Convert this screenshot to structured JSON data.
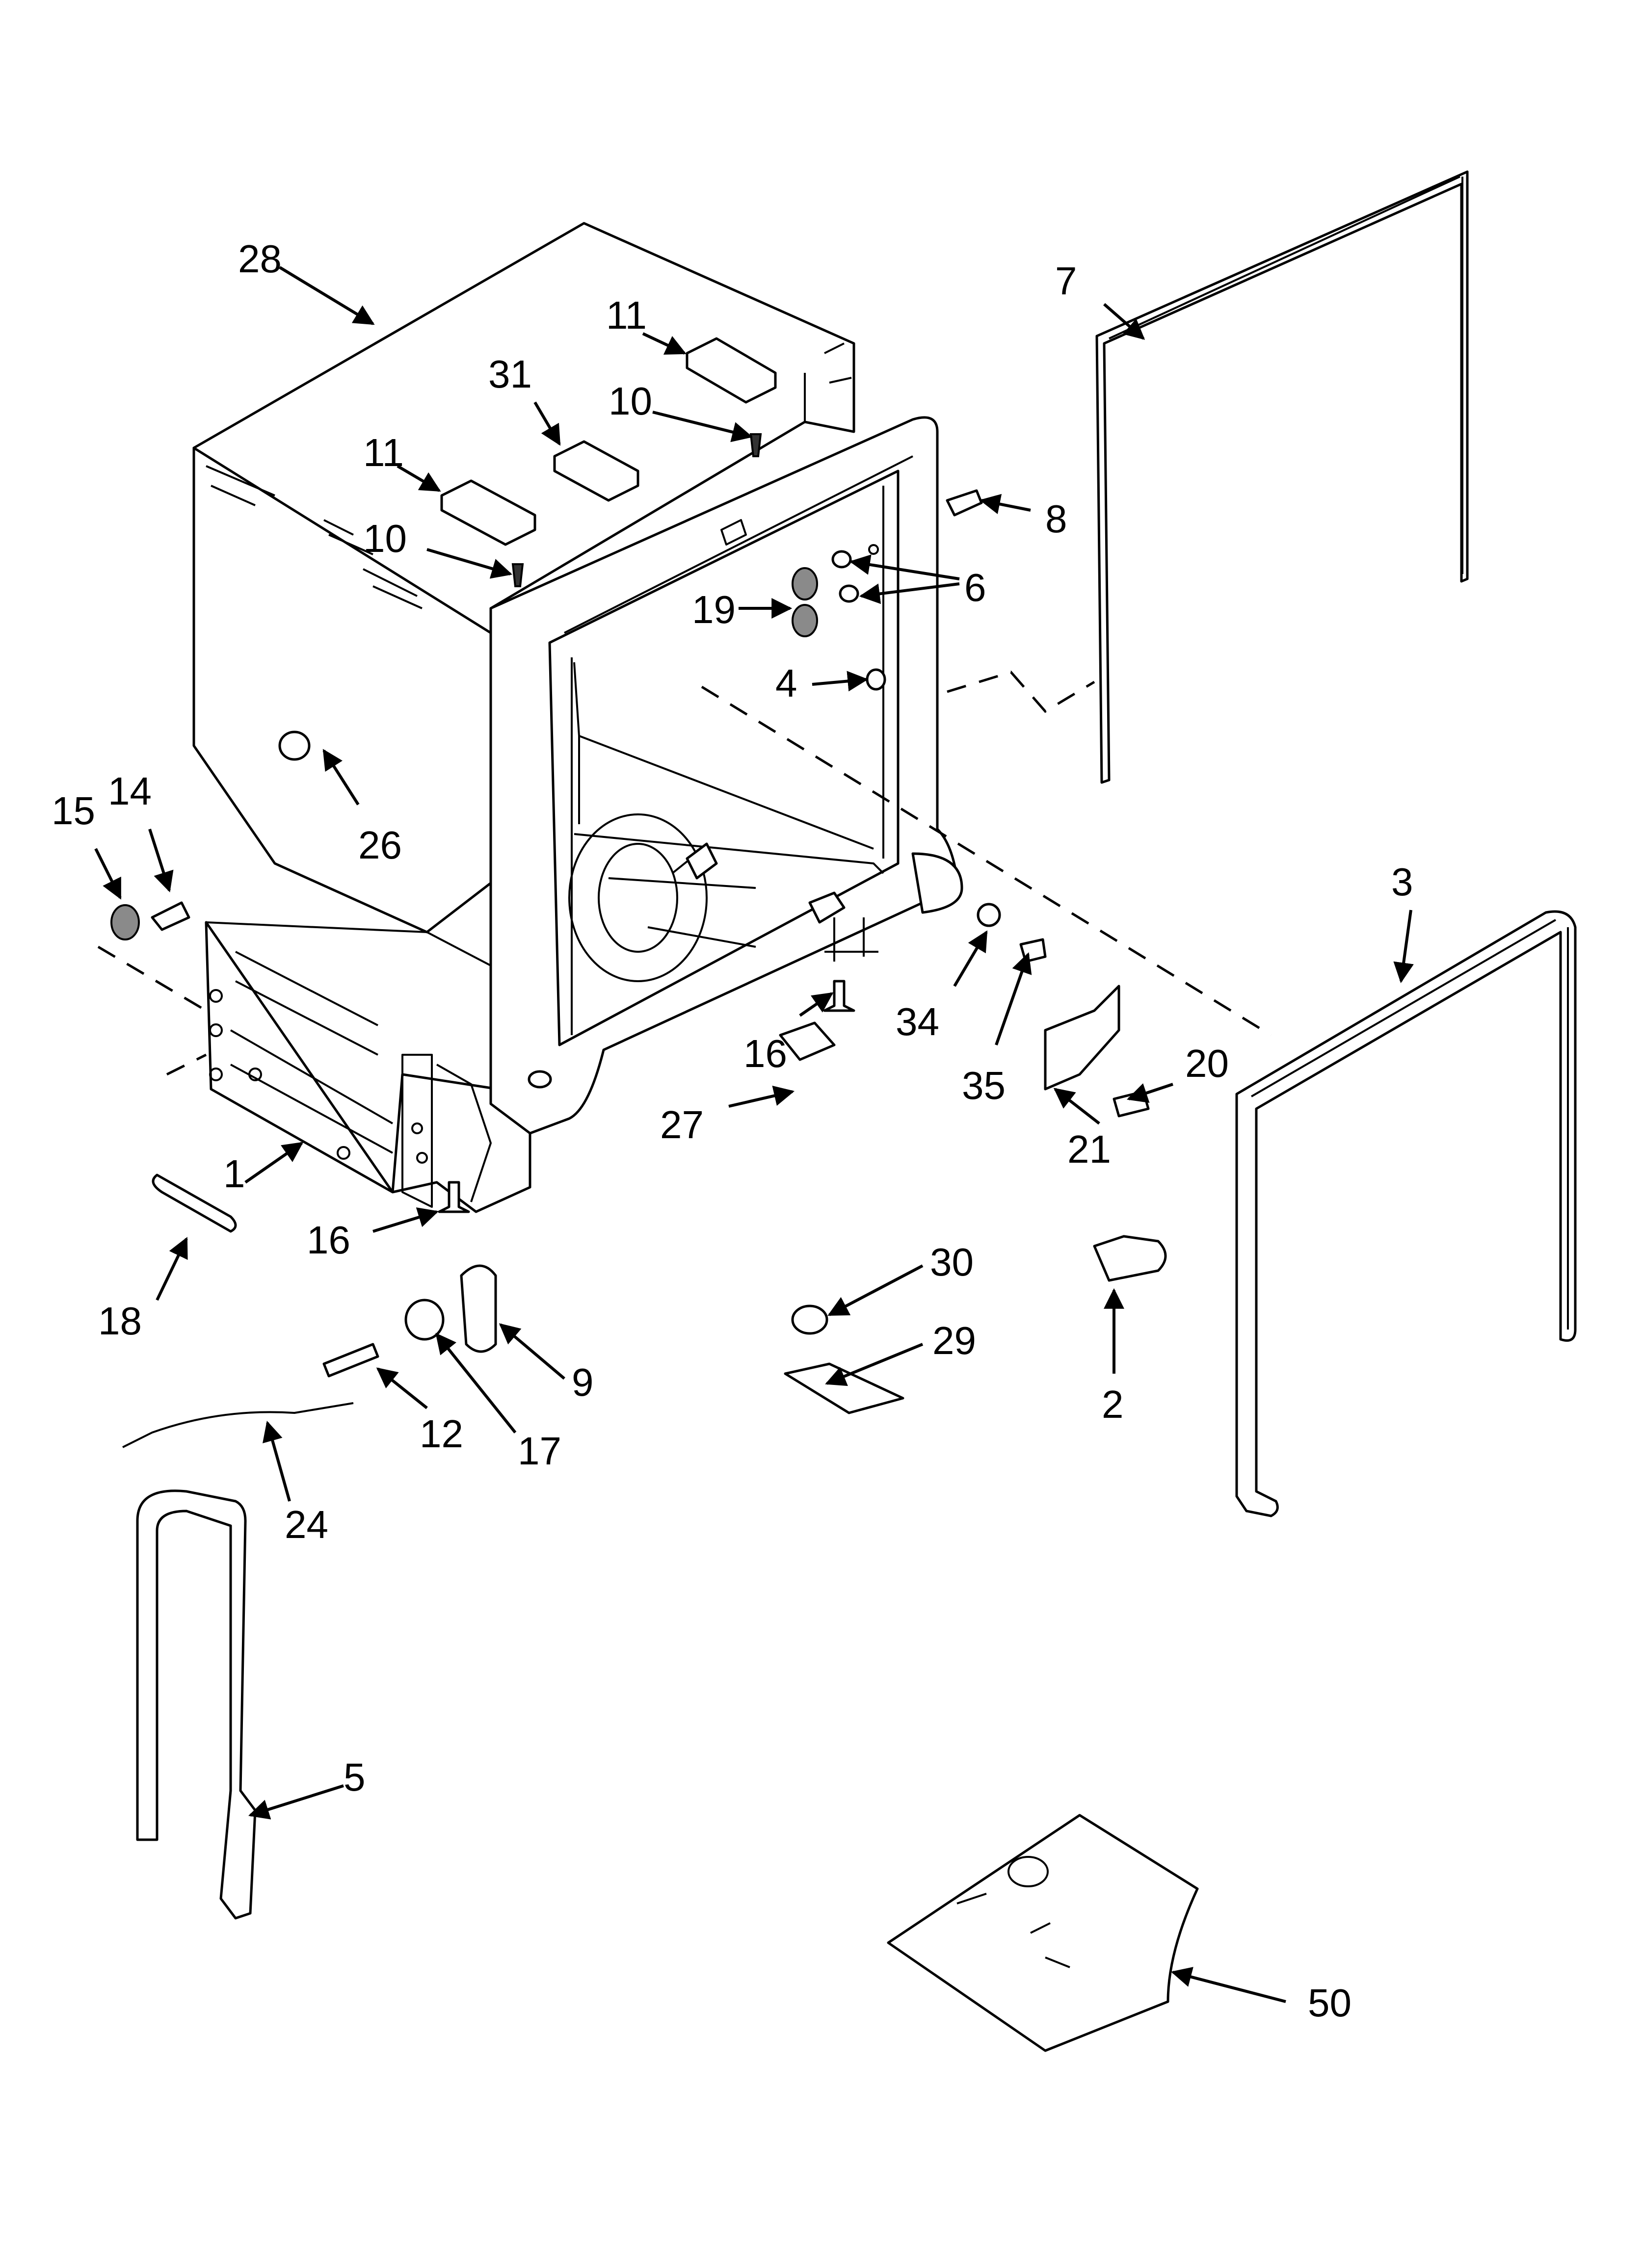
{
  "diagram": {
    "callouts": [
      "28",
      "7",
      "11",
      "31",
      "10",
      "8",
      "11",
      "6",
      "10",
      "19",
      "4",
      "26",
      "15",
      "14",
      "3",
      "34",
      "16",
      "35",
      "20",
      "27",
      "21",
      "1",
      "16",
      "18",
      "30",
      "29",
      "2",
      "9",
      "12",
      "17",
      "24",
      "5",
      "50"
    ]
  }
}
